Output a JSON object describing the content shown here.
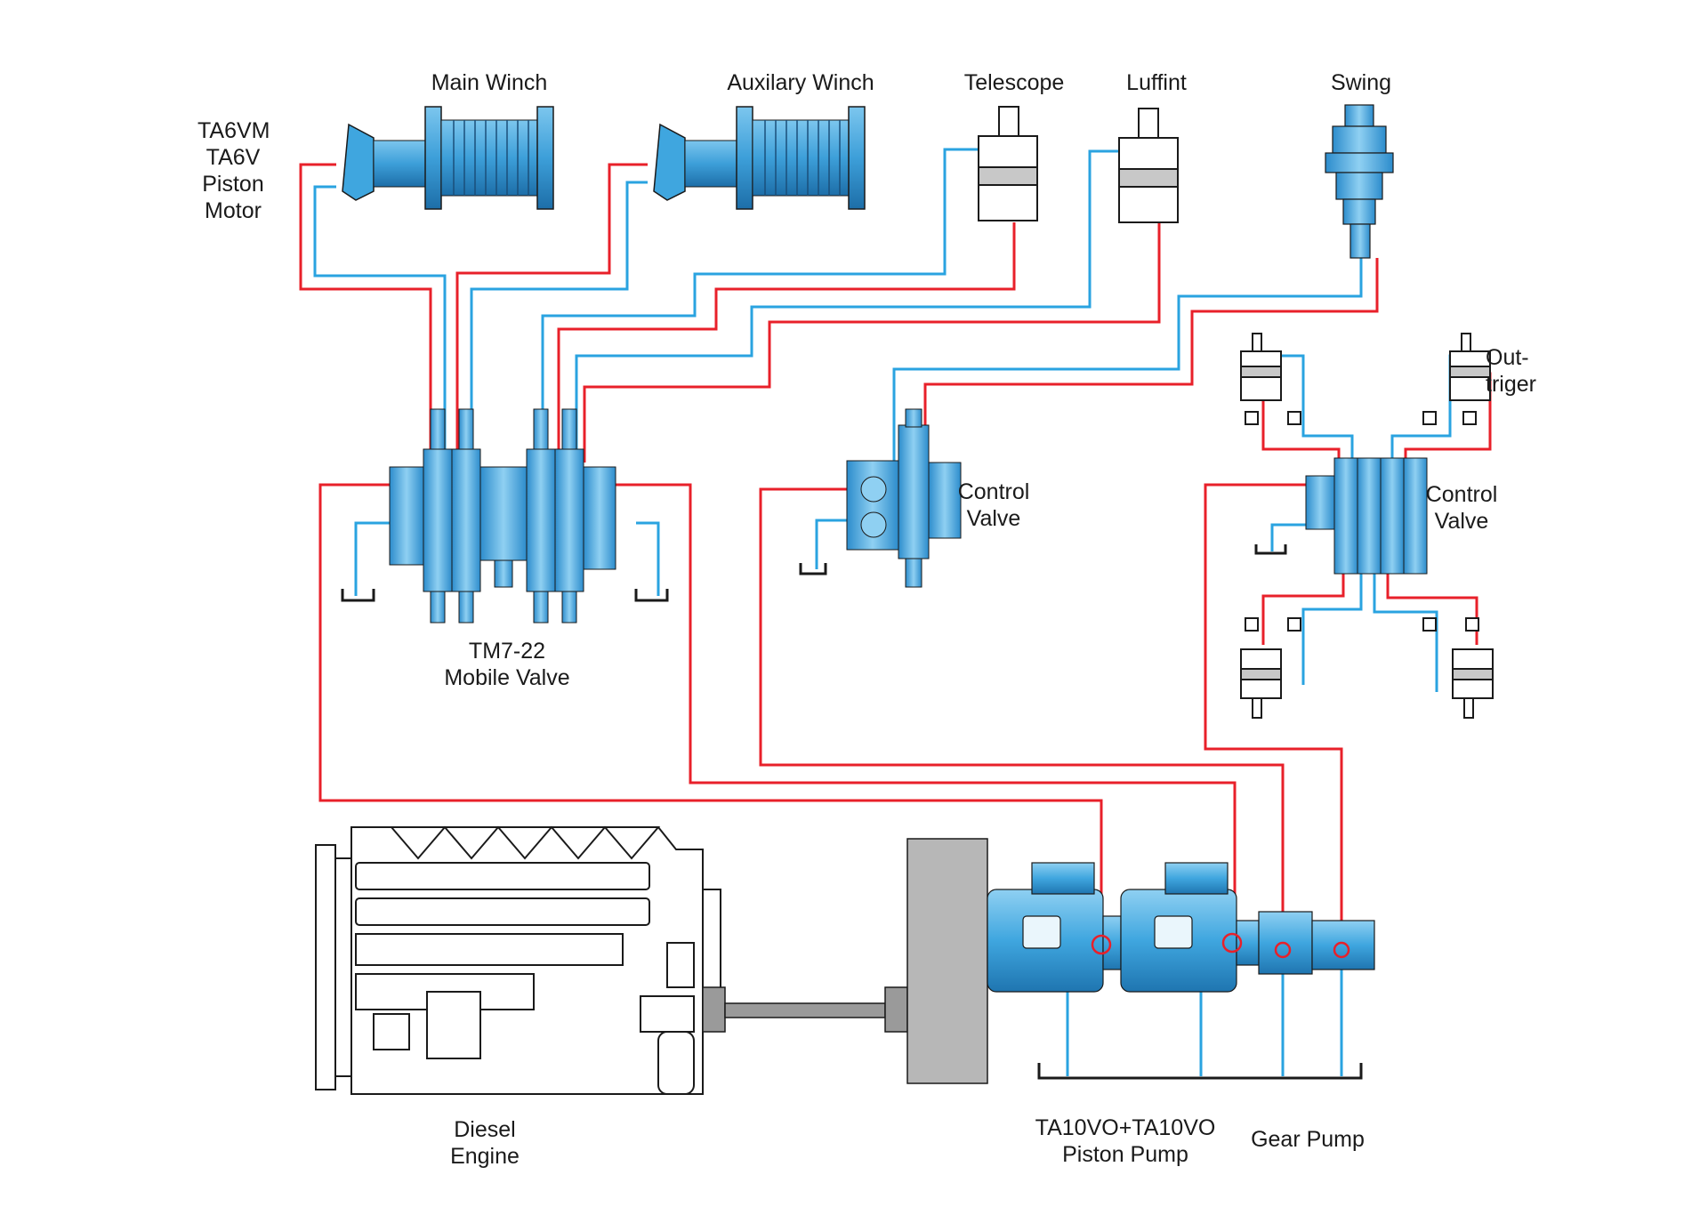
{
  "colors": {
    "pressure_line": "#e8202a",
    "return_line": "#2aa3e0",
    "component_blue": "#3fa6df",
    "component_light": "#bfe3f6",
    "outline": "#1a1a1a",
    "grey_block": "#b7b7b7"
  },
  "labels": {
    "motor": "TA6VM\nTA6V\nPiston\nMotor",
    "main_winch": "Main Winch",
    "auxiliary_winch": "Auxilary Winch",
    "telescope": "Telescope",
    "luffing": "Luffint",
    "swing": "Swing",
    "outrigger": "Out-\ntriger",
    "mobile_valve": "TM7-22\nMobile Valve",
    "control_valve_center": "Control\nValve",
    "control_valve_right": "Control\nValve",
    "diesel_engine": "Diesel\nEngine",
    "piston_pump": "TA10VO+TA10VO\nPiston Pump",
    "gear_pump": "Gear Pump"
  }
}
